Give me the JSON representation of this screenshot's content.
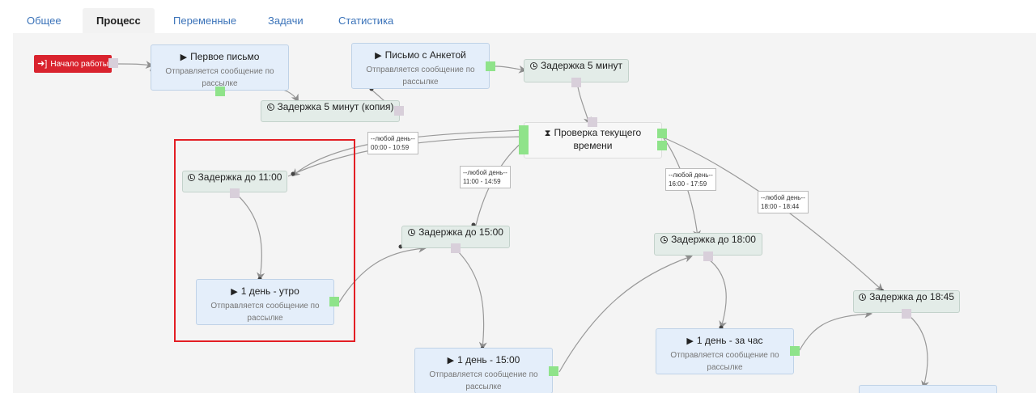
{
  "tabs": [
    {
      "label": "Общее"
    },
    {
      "label": "Процесс"
    },
    {
      "label": "Переменные"
    },
    {
      "label": "Задачи"
    },
    {
      "label": "Статистика"
    }
  ],
  "active_tab": "Процесс",
  "colors": {
    "accent_blue": "#3b73b9",
    "start_red": "#d9232e",
    "port_green": "#8fe38a",
    "highlight_red": "#e31e24"
  },
  "start": {
    "label": "Начало работы"
  },
  "nodes": {
    "first_letter": {
      "title": "Первое письмо",
      "sub": "Отправляется сообщение по рассылке"
    },
    "letter_survey": {
      "title": "Письмо с Анкетой",
      "sub": "Отправляется сообщение по рассылке"
    },
    "delay5": {
      "title": "Задержка 5 минут"
    },
    "delay5_copy": {
      "title": "Задержка 5 минут (копия)"
    },
    "check_time": {
      "title": "Проверка текущего времени"
    },
    "delay_11": {
      "title": "Задержка до 11:00"
    },
    "delay_15": {
      "title": "Задержка до 15:00"
    },
    "delay_18": {
      "title": "Задержка до 18:00"
    },
    "delay_1845": {
      "title": "Задержка до 18:45"
    },
    "day_morning": {
      "title": "1 день - утро",
      "sub": "Отправляется сообщение по рассылке"
    },
    "day_15": {
      "title": "1 день - 15:00",
      "sub": "Отправляется сообщение по рассылке"
    },
    "day_hour": {
      "title": "1 день - за час",
      "sub": "Отправляется сообщение по рассылке"
    }
  },
  "labels": [
    {
      "line1": "--любой день--",
      "line2": "00:00 - 10:59"
    },
    {
      "line1": "--любой день--",
      "line2": "11:00 - 14:59"
    },
    {
      "line1": "--любой день--",
      "line2": "16:00 - 17:59"
    },
    {
      "line1": "--любой день--",
      "line2": "18:00 - 18:44"
    }
  ]
}
